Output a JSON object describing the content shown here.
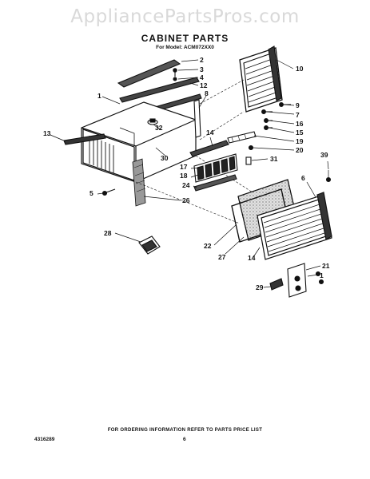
{
  "watermark": "AppliancePartsPros.com",
  "title": "CABINET PARTS",
  "subtitle": "For Model: ACM072XX0",
  "footer_note": "FOR ORDERING INFORMATION REFER TO PARTS PRICE LIST",
  "part_number": "4316289",
  "page_number": "6",
  "callouts": {
    "c1": "1",
    "c2": "2",
    "c3": "3",
    "c4": "4",
    "c5": "5",
    "c6": "6",
    "c7": "7",
    "c8": "8",
    "c9": "9",
    "c10": "10",
    "c12": "12",
    "c13": "13",
    "c14a": "14",
    "c14b": "14",
    "c15": "15",
    "c16": "16",
    "c17": "17",
    "c18": "18",
    "c19": "19",
    "c20": "20",
    "c21": "21",
    "c22": "22",
    "c24": "24",
    "c26": "26",
    "c27": "27",
    "c28": "28",
    "c29": "29",
    "c30": "30",
    "c31": "31",
    "c32": "32",
    "c39": "39"
  }
}
